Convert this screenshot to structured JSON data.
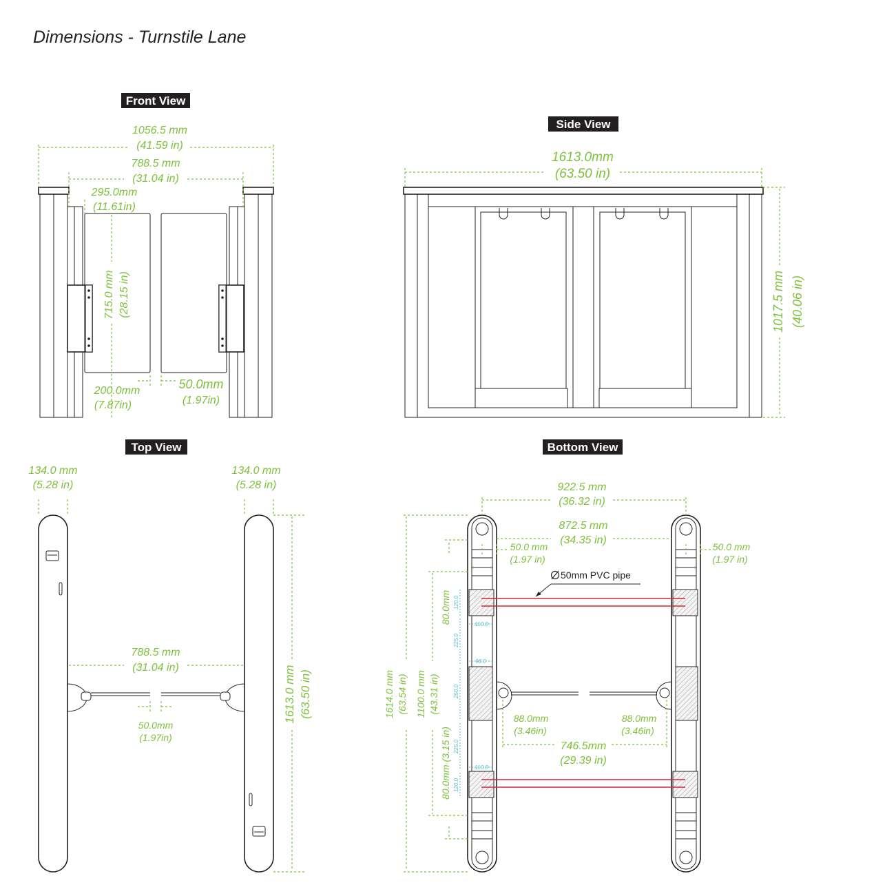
{
  "title": "Dimensions  -  Turnstile Lane",
  "views": {
    "front": "Front View",
    "side": "Side View",
    "top": "Top View",
    "bottom": "Bottom View"
  },
  "front": {
    "overall_mm": "1056.5 mm",
    "overall_in": "(41.59 in)",
    "inner_mm": "788.5 mm",
    "inner_in": "(31.04 in)",
    "wing_mm": "295.0mm",
    "wing_in": "(11.61in)",
    "height_mm": "715.0 mm",
    "height_in": "(28.15 in)",
    "clear_mm": "200.0mm",
    "clear_in": "(7.87in)",
    "gap_mm": "50.0mm",
    "gap_in": "(1.97in)"
  },
  "side": {
    "length_mm": "1613.0mm",
    "length_in": "(63.50 in)",
    "height_mm": "1017.5 mm",
    "height_in": "(40.06 in)"
  },
  "top": {
    "left_width_mm": "134.0 mm",
    "left_width_in": "(5.28 in)",
    "right_width_mm": "134.0 mm",
    "right_width_in": "(5.28 in)",
    "passage_mm": "788.5 mm",
    "passage_in": "(31.04 in)",
    "gap_mm": "50.0mm",
    "gap_in": "(1.97in)",
    "length_mm": "1613.0 mm",
    "length_in": "(63.50 in)"
  },
  "bottom": {
    "outer_mm": "922.5 mm",
    "outer_in": "(36.32 in)",
    "center_mm": "872.5 mm",
    "center_in": "(34.35 in)",
    "left_offset_mm": "50.0 mm",
    "left_offset_in": "(1.97 in)",
    "right_offset_mm": "50.0 mm",
    "right_offset_in": "(1.97 in)",
    "pipe": "50mm PVC pipe",
    "left_arm_mm": "88.0mm",
    "left_arm_in": "(3.46in)",
    "right_arm_mm": "88.0mm",
    "right_arm_in": "(3.46in)",
    "passage_mm": "746.5mm",
    "passage_in": "(29.39 in)",
    "total_mm": "1614.0 mm",
    "total_in": "(63.54 in)",
    "span_mm": "1100.0 mm",
    "span_in": "(43.31 in)",
    "hole_top": "80.0mm",
    "hole_bottom": "80.0mm (3.15 in)",
    "small_labels": [
      "120.0",
      "110.0",
      "225.0",
      "96.0",
      "250.0",
      "225.0",
      "110.0",
      "120.0"
    ]
  }
}
